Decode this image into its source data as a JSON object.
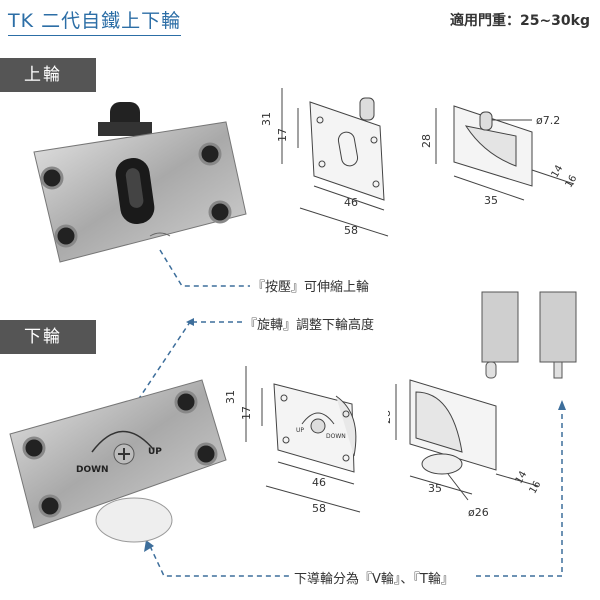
{
  "header": {
    "title": "TK 二代自鐵上下輪",
    "door_weight": "適用門重：25~30kg"
  },
  "sections": {
    "top_wheel_label": "上輪",
    "bottom_wheel_label": "下輪"
  },
  "callouts": {
    "press": "『按壓』可伸縮上輪",
    "rotate": "『旋轉』調整下輪高度",
    "wheel_types": "下導輪分為『V輪』、『T輪』"
  },
  "top_front_dims": {
    "h_outer": "31",
    "h_inner": "17",
    "w_inner": "46",
    "w_outer": "58"
  },
  "top_side_dims": {
    "height": "28",
    "width": "35",
    "pin_dia": "ø7.2",
    "thick1": "14",
    "thick2": "16"
  },
  "bottom_front_dims": {
    "h_outer": "31",
    "h_inner": "17",
    "w_inner": "46",
    "w_outer": "58",
    "up": "UP",
    "down": "DOWN"
  },
  "bottom_side_dims": {
    "height": "28",
    "width": "35",
    "wheel_dia": "ø26",
    "thick1": "14",
    "thick2": "16"
  },
  "photo_labels": {
    "down": "DOWN",
    "up": "UP"
  },
  "colors": {
    "title_blue": "#2c6ea6",
    "callout_blue": "#3d6e9b",
    "label_bg": "#555555"
  }
}
